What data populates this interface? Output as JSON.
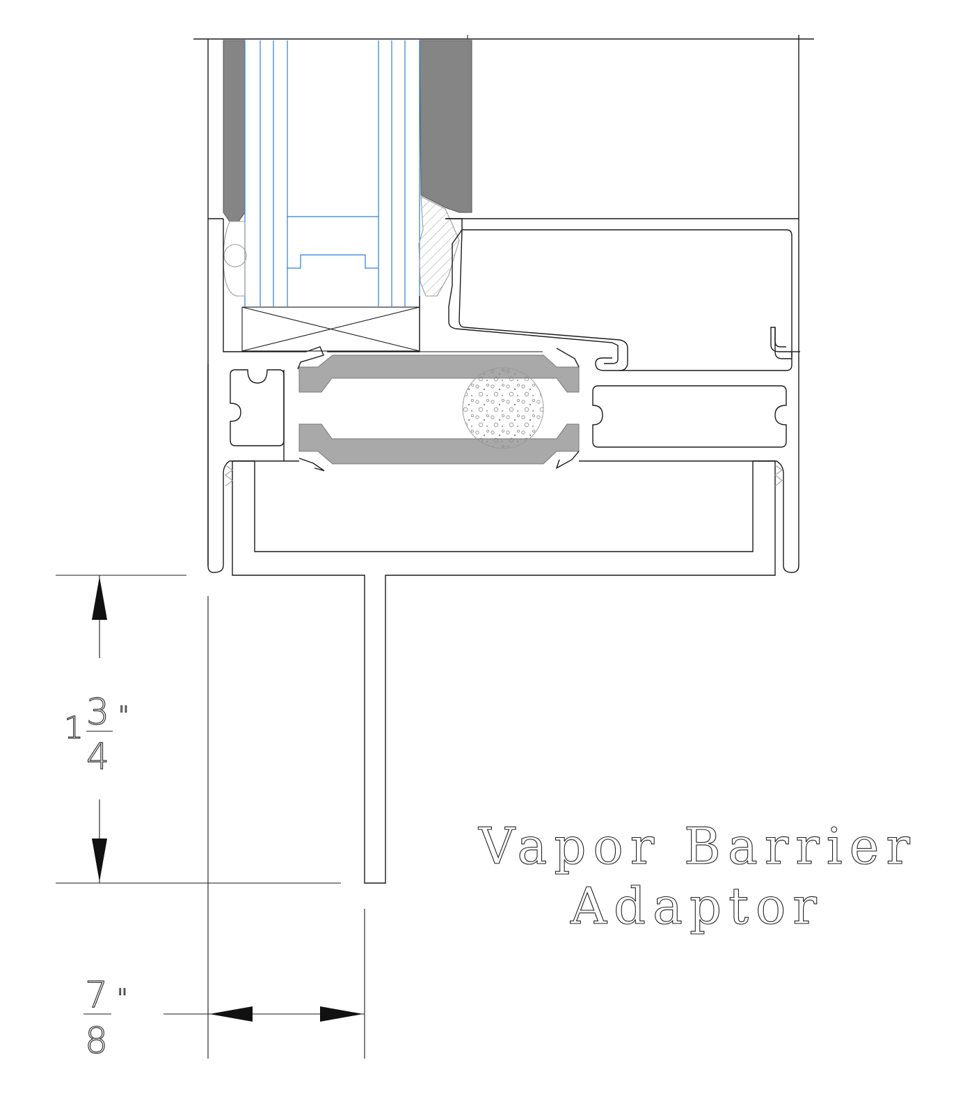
{
  "title": {
    "line1": "Vapor Barrier",
    "line2": "Adaptor"
  },
  "dimensions": {
    "height": {
      "whole": "1",
      "numerator": "3",
      "denominator": "4",
      "unit": "\""
    },
    "width": {
      "numerator": "7",
      "denominator": "8",
      "unit": "\""
    }
  },
  "colors": {
    "glass_lines": "#2b7fd9",
    "gasket_fill": "#858585",
    "thermal_break_fill": "#a9a9a9",
    "outline": "#1a1a1a"
  }
}
